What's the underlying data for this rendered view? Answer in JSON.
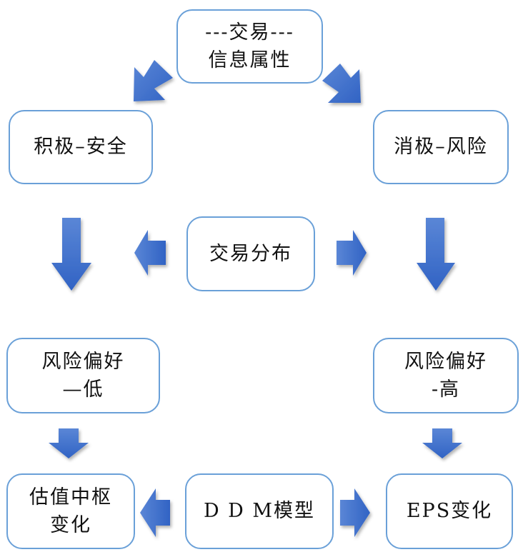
{
  "diagram": {
    "nodes": {
      "transaction_info": {
        "lines": [
          "---交易---",
          "信息属性"
        ]
      },
      "positive_safe": {
        "lines": [
          "积极–安全"
        ]
      },
      "negative_risk": {
        "lines": [
          "消极–风险"
        ]
      },
      "transaction_distribution": {
        "lines": [
          "交易分布"
        ]
      },
      "risk_pref_low": {
        "lines": [
          "风险偏好",
          "—低"
        ]
      },
      "risk_pref_high": {
        "lines": [
          "风险偏好",
          "-高"
        ]
      },
      "valuation_change": {
        "lines": [
          "估值中枢",
          "变化"
        ]
      },
      "ddm_model": {
        "lines": [
          "D D M模型"
        ]
      },
      "eps_change": {
        "lines": [
          "EPS变化"
        ]
      }
    },
    "edges": [
      {
        "from": "transaction_info",
        "to": "positive_safe"
      },
      {
        "from": "transaction_info",
        "to": "negative_risk"
      },
      {
        "from": "positive_safe",
        "to": "risk_pref_low"
      },
      {
        "from": "negative_risk",
        "to": "risk_pref_high"
      },
      {
        "from": "transaction_distribution",
        "to": "risk_pref_low"
      },
      {
        "from": "transaction_distribution",
        "to": "risk_pref_high"
      },
      {
        "from": "risk_pref_low",
        "to": "valuation_change"
      },
      {
        "from": "risk_pref_high",
        "to": "eps_change"
      },
      {
        "from": "ddm_model",
        "to": "valuation_change"
      },
      {
        "from": "ddm_model",
        "to": "eps_change"
      }
    ],
    "colors": {
      "box_border": "#6aa0d8",
      "arrow_fill": "#3e6fcc",
      "text": "#111111"
    }
  }
}
